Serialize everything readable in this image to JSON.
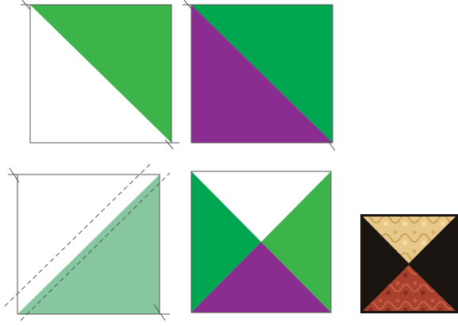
{
  "colors": {
    "green_light": "#3cb44a",
    "green_dark": "#00a550",
    "purple": "#8b2c91",
    "green_pale": "#86c7a0",
    "outline": "#555555",
    "white": "#ffffff",
    "fabric_gold": "#e8c98a",
    "fabric_black": "#1a1410",
    "fabric_red": "#a8412e"
  },
  "steps": [
    {
      "name": "step-1-green-white-square"
    },
    {
      "name": "step-2-green-purple-square"
    },
    {
      "name": "step-3-sewing-lines-square"
    },
    {
      "name": "step-4-hourglass-block"
    },
    {
      "name": "finished-fabric-block"
    }
  ]
}
